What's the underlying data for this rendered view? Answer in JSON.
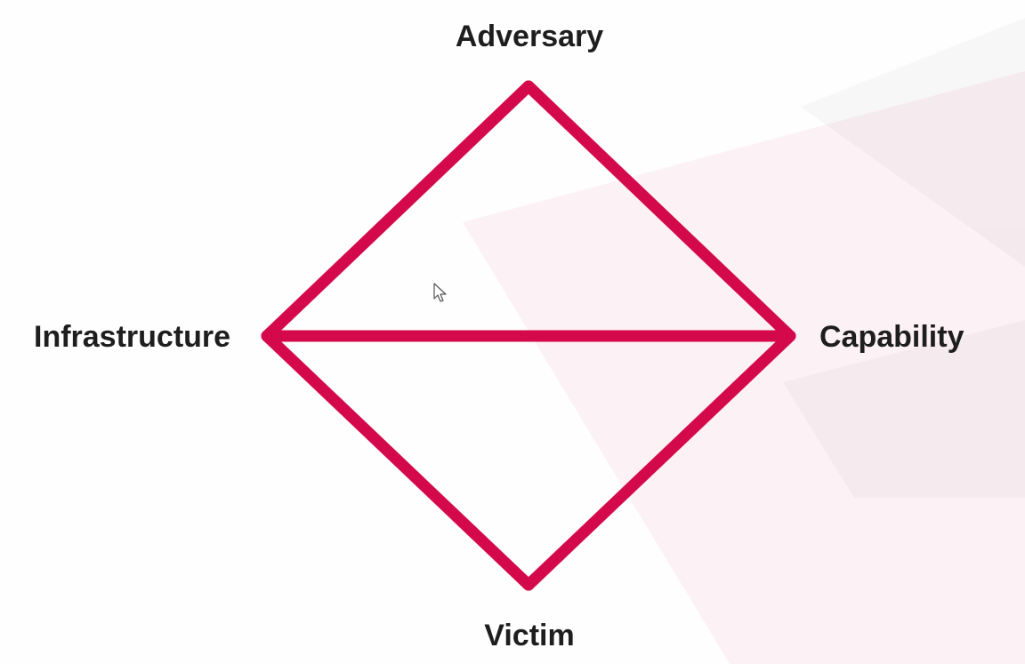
{
  "diagram": {
    "nodes": {
      "top": "Adversary",
      "left": "Infrastructure",
      "right": "Capability",
      "bottom": "Victim"
    },
    "edges": [
      [
        "Adversary",
        "Capability"
      ],
      [
        "Capability",
        "Victim"
      ],
      [
        "Victim",
        "Infrastructure"
      ],
      [
        "Infrastructure",
        "Adversary"
      ],
      [
        "Infrastructure",
        "Capability"
      ]
    ],
    "line_color": "#d4094c",
    "text_color": "#1e1e1e"
  }
}
